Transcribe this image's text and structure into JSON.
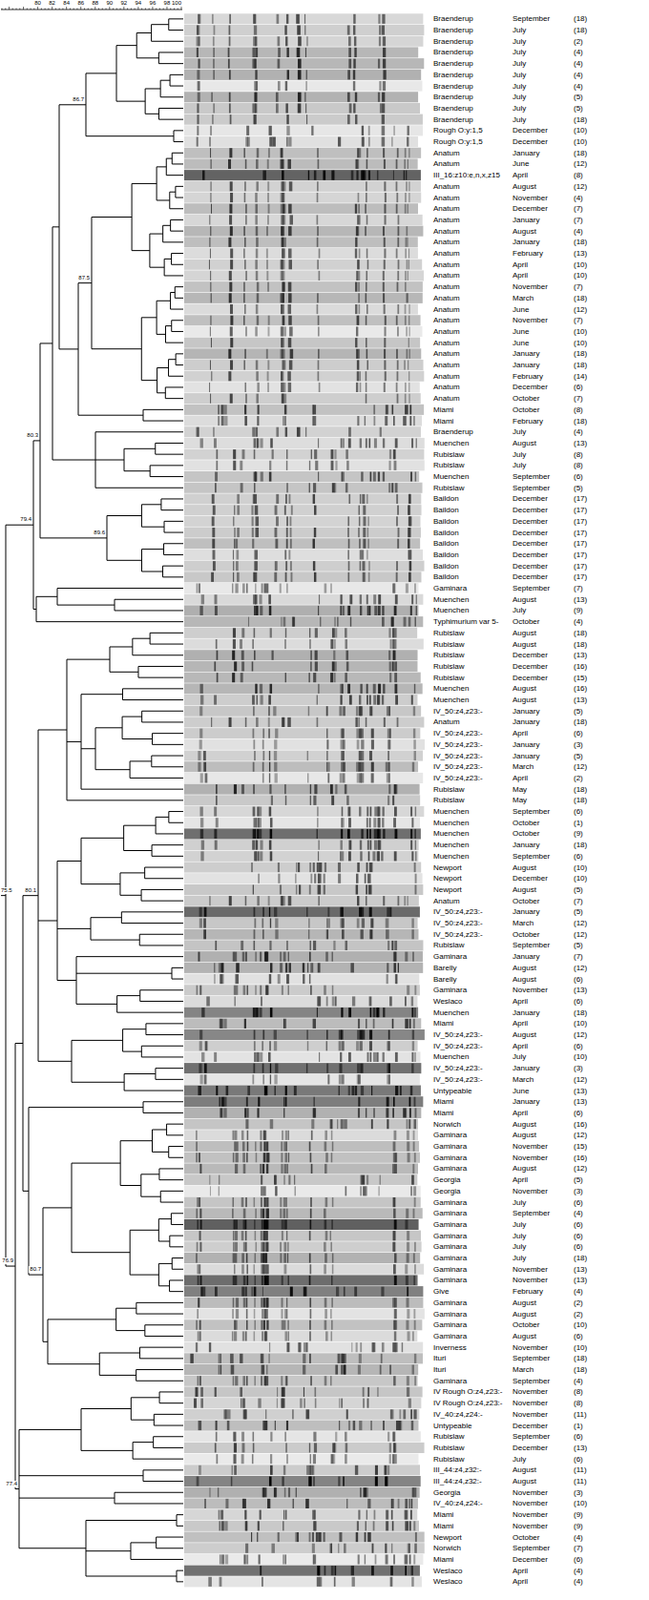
{
  "diagram": {
    "labels": [
      "80",
      "82",
      "84",
      "86",
      "88",
      "90",
      "92",
      "94",
      "96",
      "98",
      "100",
      "Braenderup",
      "September",
      "(18)",
      "Braenderup",
      "July",
      "(18)",
      "Braenderup",
      "July",
      "(2)",
      "Braenderup",
      "July",
      "(4)",
      "Braenderup",
      "July",
      "(4)",
      "Braenderup",
      "July",
      "(4)",
      "Braenderup",
      "July",
      "(4)",
      "Braenderup",
      "July",
      "(5)",
      "Braenderup",
      "July",
      "(5)",
      "Braenderup",
      "July",
      "(18)",
      "Rough O:y:1,5",
      "December",
      "(10)",
      "Rough O:y:1,5",
      "December",
      "(10)",
      "Anatum",
      "January",
      "(18)",
      "Anatum",
      "June",
      "(12)",
      "III_16:z10:e,n,x,z15",
      "April",
      "(8)",
      "Anatum",
      "August",
      "(12)",
      "Anatum",
      "November",
      "(4)",
      "Anatum",
      "December",
      "(7)",
      "Anatum",
      "January",
      "(7)",
      "Anatum",
      "August",
      "(4)",
      "Anatum",
      "January",
      "(18)",
      "Anatum",
      "February",
      "(13)",
      "Anatum",
      "April",
      "(10)",
      "Anatum",
      "April",
      "(10)",
      "Anatum",
      "November",
      "(7)",
      "Anatum",
      "March",
      "(18)",
      "Anatum",
      "June",
      "(12)",
      "Anatum",
      "November",
      "(7)",
      "Anatum",
      "June",
      "(10)",
      "Anatum",
      "June",
      "(10)",
      "Anatum",
      "January",
      "(18)",
      "Anatum",
      "January",
      "(18)",
      "Anatum",
      "February",
      "(14)",
      "Anatum",
      "December",
      "(6)",
      "Anatum",
      "October",
      "(7)",
      "Miami",
      "October",
      "(8)",
      "Miami",
      "February",
      "(18)",
      "Braenderup",
      "July",
      "(4)",
      "Muenchen",
      "August",
      "(13)",
      "Rubislaw",
      "July",
      "(8)",
      "Rubislaw",
      "July",
      "(8)",
      "Muenchen",
      "September",
      "(6)",
      "Rubislaw",
      "September",
      "(5)",
      "Baildon",
      "December",
      "(17)",
      "Baildon",
      "December",
      "(17)",
      "Baildon",
      "December",
      "(17)",
      "Baildon",
      "December",
      "(17)",
      "Baildon",
      "December",
      "(17)",
      "Baildon",
      "December",
      "(17)",
      "Baildon",
      "December",
      "(17)",
      "Baildon",
      "December",
      "(17)",
      "Gaminara",
      "September",
      "(7)",
      "Muenchen",
      "August",
      "(13)",
      "Muenchen",
      "July",
      "(9)",
      "Typhimurium var 5-",
      "October",
      "(4)",
      "Rubislaw",
      "August",
      "(18)",
      "Rubislaw",
      "August",
      "(18)",
      "Rubislaw",
      "December",
      "(13)",
      "Rubislaw",
      "December",
      "(16)",
      "Rubislaw",
      "December",
      "(15)",
      "Muenchen",
      "August",
      "(16)",
      "Muenchen",
      "August",
      "(13)",
      "IV_50:z4,z23:-",
      "January",
      "(5)",
      "Anatum",
      "January",
      "(18)",
      "IV_50:z4,z23:-",
      "April",
      "(6)",
      "IV_50:z4,z23:-",
      "January",
      "(3)",
      "IV_50:z4,z23:-",
      "January",
      "(5)",
      "IV_50:z4,z23:-",
      "March",
      "(12)",
      "IV_50:z4,z23:-",
      "April",
      "(2)",
      "Rubislaw",
      "May",
      "(18)",
      "Rubislaw",
      "May",
      "(18)",
      "Muenchen",
      "September",
      "(6)",
      "Muenchen",
      "October",
      "(1)",
      "Muenchen",
      "October",
      "(9)",
      "Muenchen",
      "January",
      "(18)",
      "Muenchen",
      "September",
      "(6)",
      "Newport",
      "August",
      "(10)",
      "Newport",
      "December",
      "(10)",
      "Newport",
      "August",
      "(5)",
      "Anatum",
      "October",
      "(7)",
      "IV_50:z4,z23:-",
      "January",
      "(5)",
      "IV_50:z4,z23:-",
      "March",
      "(12)",
      "IV_50:z4,z23:-",
      "October",
      "(12)",
      "Rubislaw",
      "September",
      "(5)",
      "Gaminara",
      "January",
      "(7)",
      "Barelly",
      "August",
      "(12)",
      "Barelly",
      "August",
      "(6)",
      "Gaminara",
      "November",
      "(13)",
      "Weslaco",
      "April",
      "(6)",
      "Muenchen",
      "January",
      "(18)",
      "Miami",
      "April",
      "(10)",
      "IV_50:z4,z23:-",
      "August",
      "(12)",
      "IV_50:z4,z23:-",
      "April",
      "(6)",
      "Muenchen",
      "July",
      "(10)",
      "IV_50:z4,z23:-",
      "January",
      "(3)",
      "IV_50:z4,z23:-",
      "March",
      "(12)",
      "Untypeable",
      "June",
      "(13)",
      "Miami",
      "January",
      "(13)",
      "Miami",
      "April",
      "(6)",
      "Norwich",
      "August",
      "(16)",
      "Gaminara",
      "August",
      "(12)",
      "Gaminara",
      "November",
      "(15)",
      "Gaminara",
      "November",
      "(16)",
      "Gaminara",
      "August",
      "(12)",
      "Georgia",
      "April",
      "(5)",
      "Georgia",
      "November",
      "(3)",
      "Gaminara",
      "July",
      "(6)",
      "Gaminara",
      "September",
      "(4)",
      "Gaminara",
      "July",
      "(6)",
      "Gaminara",
      "July",
      "(6)",
      "Gaminara",
      "July",
      "(6)",
      "Gaminara",
      "July",
      "(18)",
      "Gaminara",
      "November",
      "(13)",
      "Gaminara",
      "November",
      "(13)",
      "Give",
      "February",
      "(4)",
      "Gaminara",
      "August",
      "(2)",
      "Gaminara",
      "August",
      "(2)",
      "Gaminara",
      "October",
      "(10)",
      "Gaminara",
      "August",
      "(6)",
      "Inverness",
      "November",
      "(10)",
      "Ituri",
      "September",
      "(18)",
      "Ituri",
      "March",
      "(18)",
      "Gaminara",
      "September",
      "(4)",
      "IV Rough O:z4,z23:-",
      "November",
      "(8)",
      "IV Rough O:z4,z23:-",
      "November",
      "(8)",
      "IV_40:z4,z24:-",
      "November",
      "(11)",
      "Untypeable",
      "December",
      "(1)",
      "Rubislaw",
      "September",
      "(6)",
      "Rubislaw",
      "December",
      "(13)",
      "Rubislaw",
      "July",
      "(6)",
      "III_44:z4,z32:-",
      "August",
      "(11)",
      "III_44:z4,z32:-",
      "August",
      "(11)",
      "Georgia",
      "November",
      "(3)",
      "IV_40:z4,z24:-",
      "November",
      "(10)",
      "Miami",
      "November",
      "(9)",
      "Miami",
      "November",
      "(9)",
      "Newport",
      "October",
      "(4)",
      "Norwich",
      "September",
      "(7)",
      "Miami",
      "December",
      "(6)",
      "Weslaco",
      "April",
      "(4)",
      "Weslaco",
      "April",
      "(4)",
      "75.5",
      "79.4",
      "76.9",
      "80.3",
      "89.6",
      "86.7",
      "87.5",
      "80.1",
      "80.7",
      "77.4"
    ]
  }
}
